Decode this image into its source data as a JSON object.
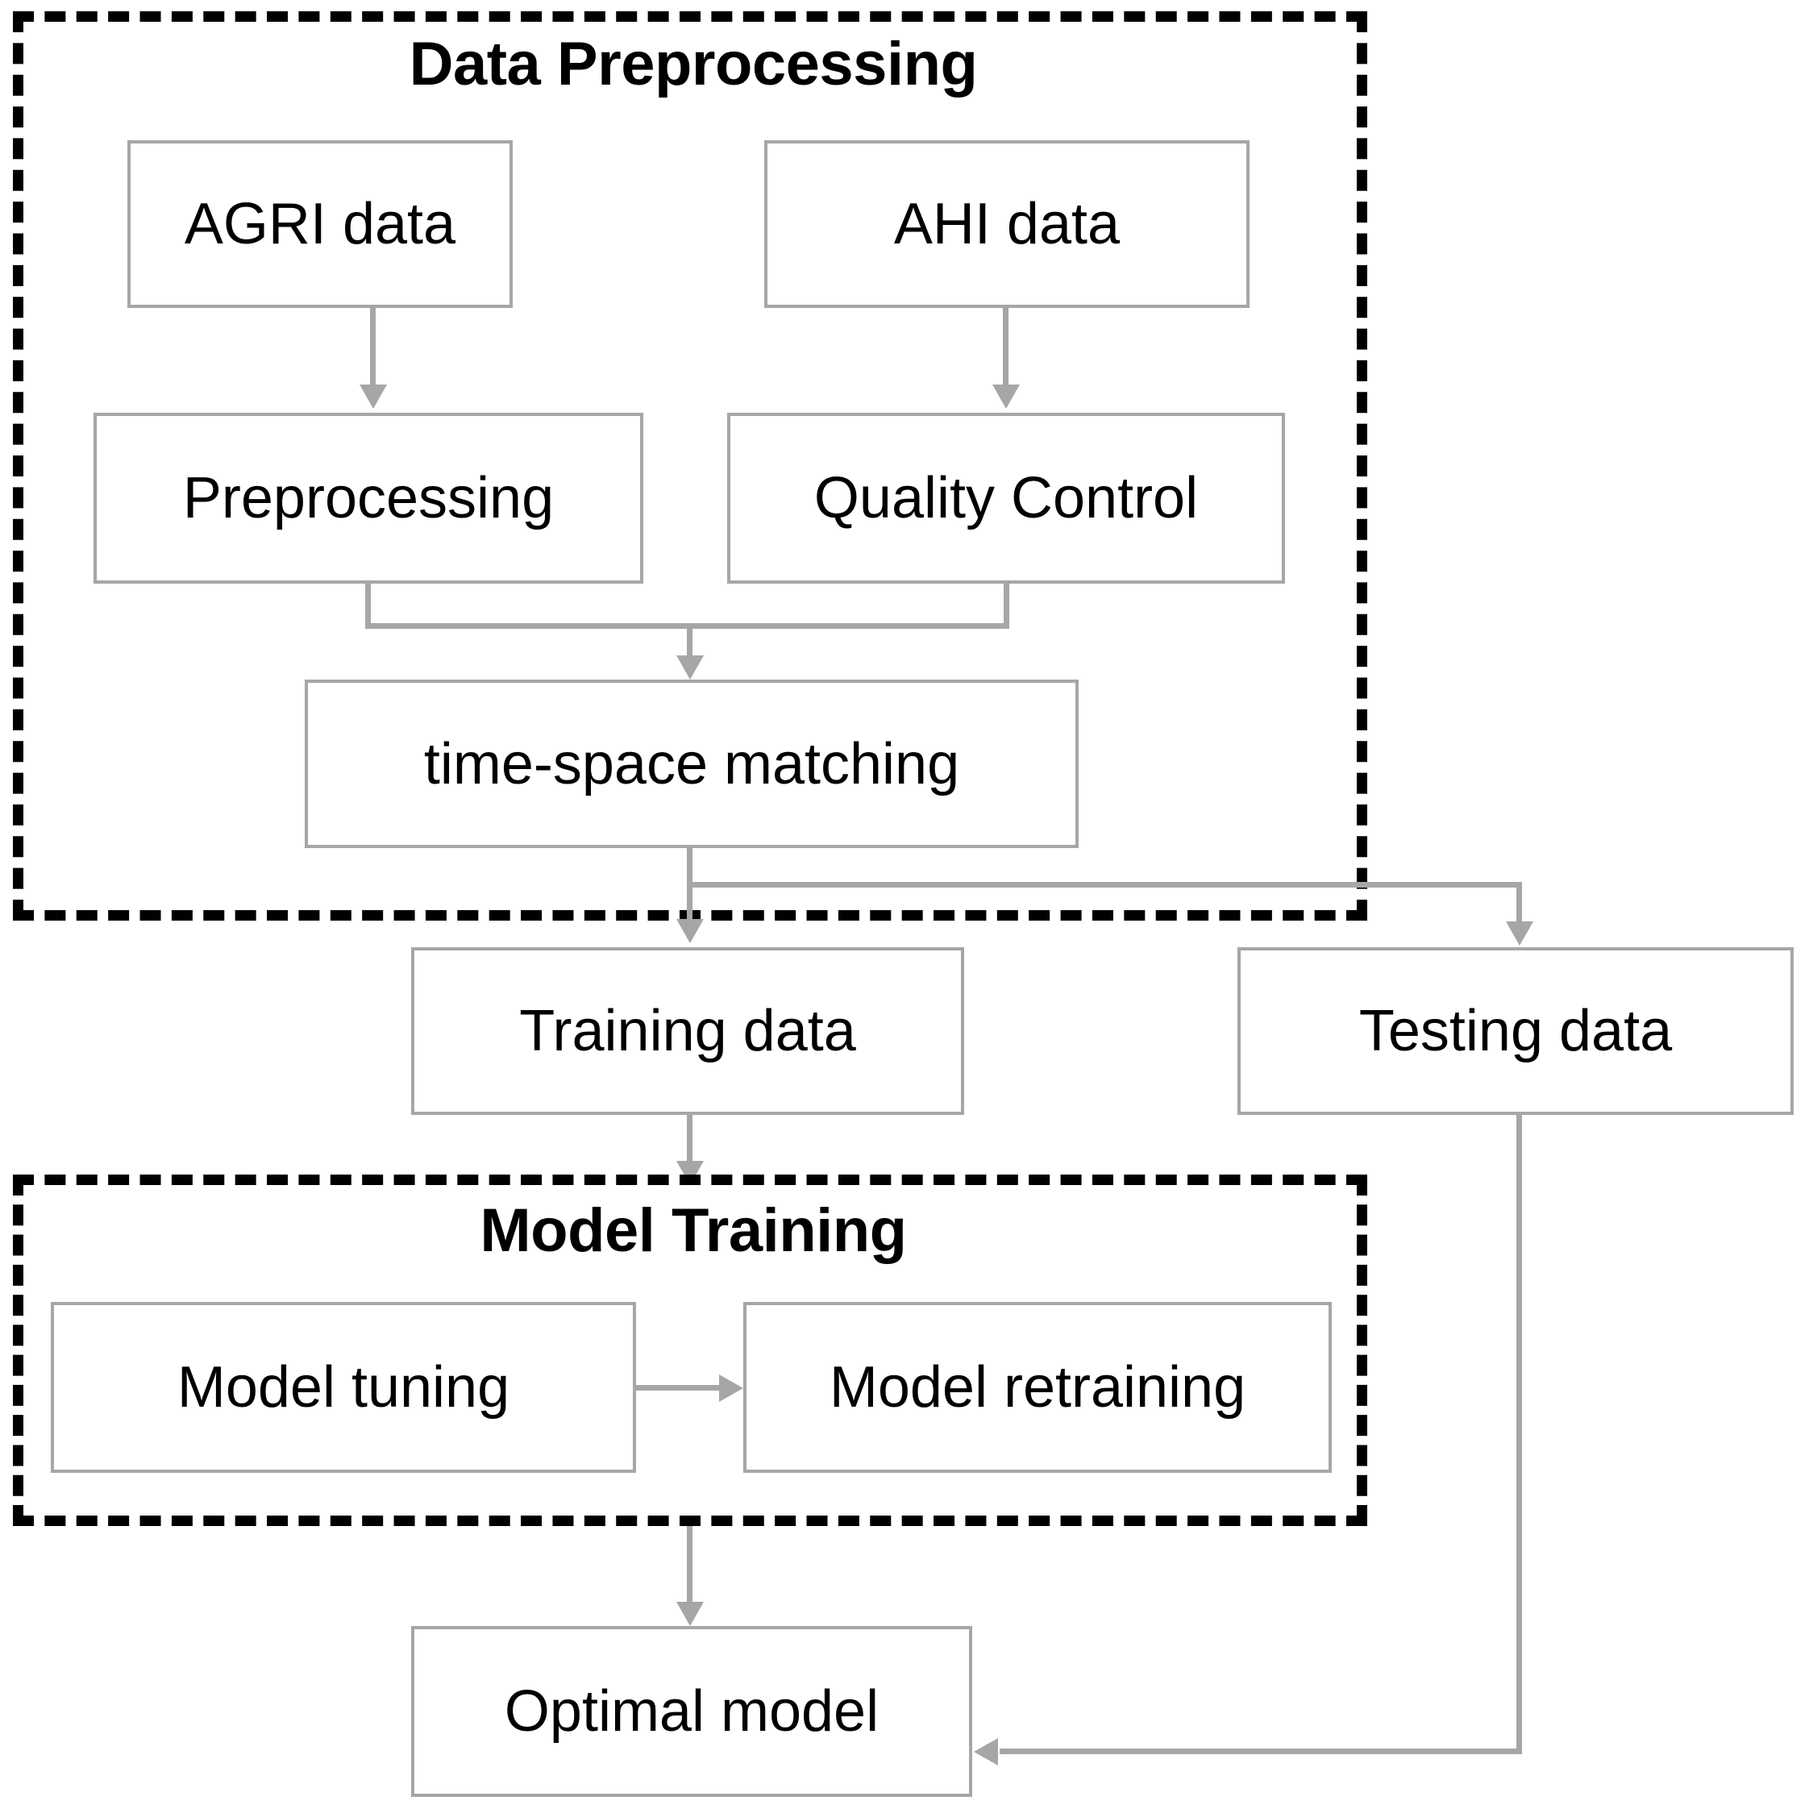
{
  "diagram": {
    "title_bar": null,
    "background_color": "#ffffff",
    "box_border_color": "#a6a6a6",
    "connector_color": "#a6a6a6",
    "group_border_color": "#000000",
    "groups": [
      {
        "id": "data-preprocessing",
        "label": "Data Preprocessing"
      },
      {
        "id": "model-training",
        "label": "Model Training"
      }
    ],
    "nodes": [
      {
        "id": "agri-data",
        "label": "AGRI data"
      },
      {
        "id": "ahi-data",
        "label": "AHI data"
      },
      {
        "id": "preprocessing",
        "label": "Preprocessing"
      },
      {
        "id": "quality-control",
        "label": "Quality Control"
      },
      {
        "id": "time-space-matching",
        "label": "time-space matching"
      },
      {
        "id": "training-data",
        "label": "Training data"
      },
      {
        "id": "testing-data",
        "label": "Testing data"
      },
      {
        "id": "model-tuning",
        "label": "Model tuning"
      },
      {
        "id": "model-retraining",
        "label": "Model retraining"
      },
      {
        "id": "optimal-model",
        "label": "Optimal model"
      }
    ],
    "edges": [
      {
        "from": "agri-data",
        "to": "preprocessing"
      },
      {
        "from": "ahi-data",
        "to": "quality-control"
      },
      {
        "from": "preprocessing",
        "to": "time-space-matching"
      },
      {
        "from": "quality-control",
        "to": "time-space-matching"
      },
      {
        "from": "time-space-matching",
        "to": "training-data"
      },
      {
        "from": "time-space-matching",
        "to": "testing-data"
      },
      {
        "from": "training-data",
        "to": "model-tuning"
      },
      {
        "from": "model-tuning",
        "to": "model-retraining"
      },
      {
        "from": "model-retraining",
        "to": "optimal-model"
      },
      {
        "from": "testing-data",
        "to": "optimal-model"
      }
    ]
  }
}
